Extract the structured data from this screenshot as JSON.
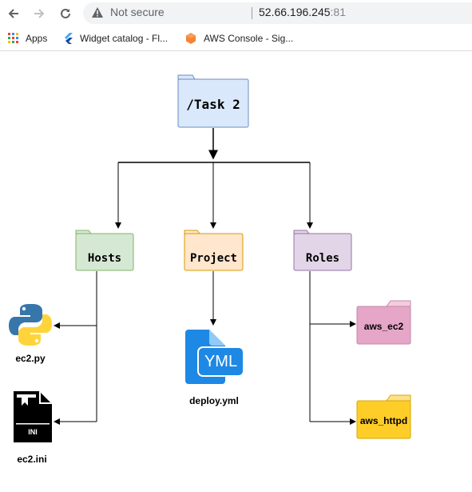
{
  "browser": {
    "security_label": "Not secure",
    "url_host": "52.66.196.245",
    "url_port": ":81",
    "bookmarks": [
      {
        "label": "Apps",
        "icon": "apps-grid-icon"
      },
      {
        "label": "Widget catalog - Fl...",
        "icon": "flutter-icon"
      },
      {
        "label": "AWS Console - Sig...",
        "icon": "aws-icon"
      }
    ]
  },
  "diagram": {
    "root": {
      "label": "/Task 2",
      "color": "#dae8fc"
    },
    "folders": {
      "hosts": {
        "label": "Hosts",
        "color": "#d5e8d4"
      },
      "project": {
        "label": "Project",
        "color": "#ffe6cc"
      },
      "roles": {
        "label": "Roles",
        "color": "#e1d5e7"
      },
      "aws_ec2": {
        "label": "aws_ec2",
        "color": "#e6a6c7"
      },
      "aws_httpd": {
        "label": "aws_httpd",
        "color": "#ffcd28"
      }
    },
    "files": {
      "ec2_py": {
        "label": "ec2.py",
        "icon": "python-icon"
      },
      "ec2_ini": {
        "label": "ec2.ini",
        "icon": "ini-file-icon",
        "icon_text": "INI"
      },
      "deploy_yml": {
        "label": "deploy.yml",
        "icon": "yml-file-icon",
        "icon_text": "YML"
      }
    }
  }
}
